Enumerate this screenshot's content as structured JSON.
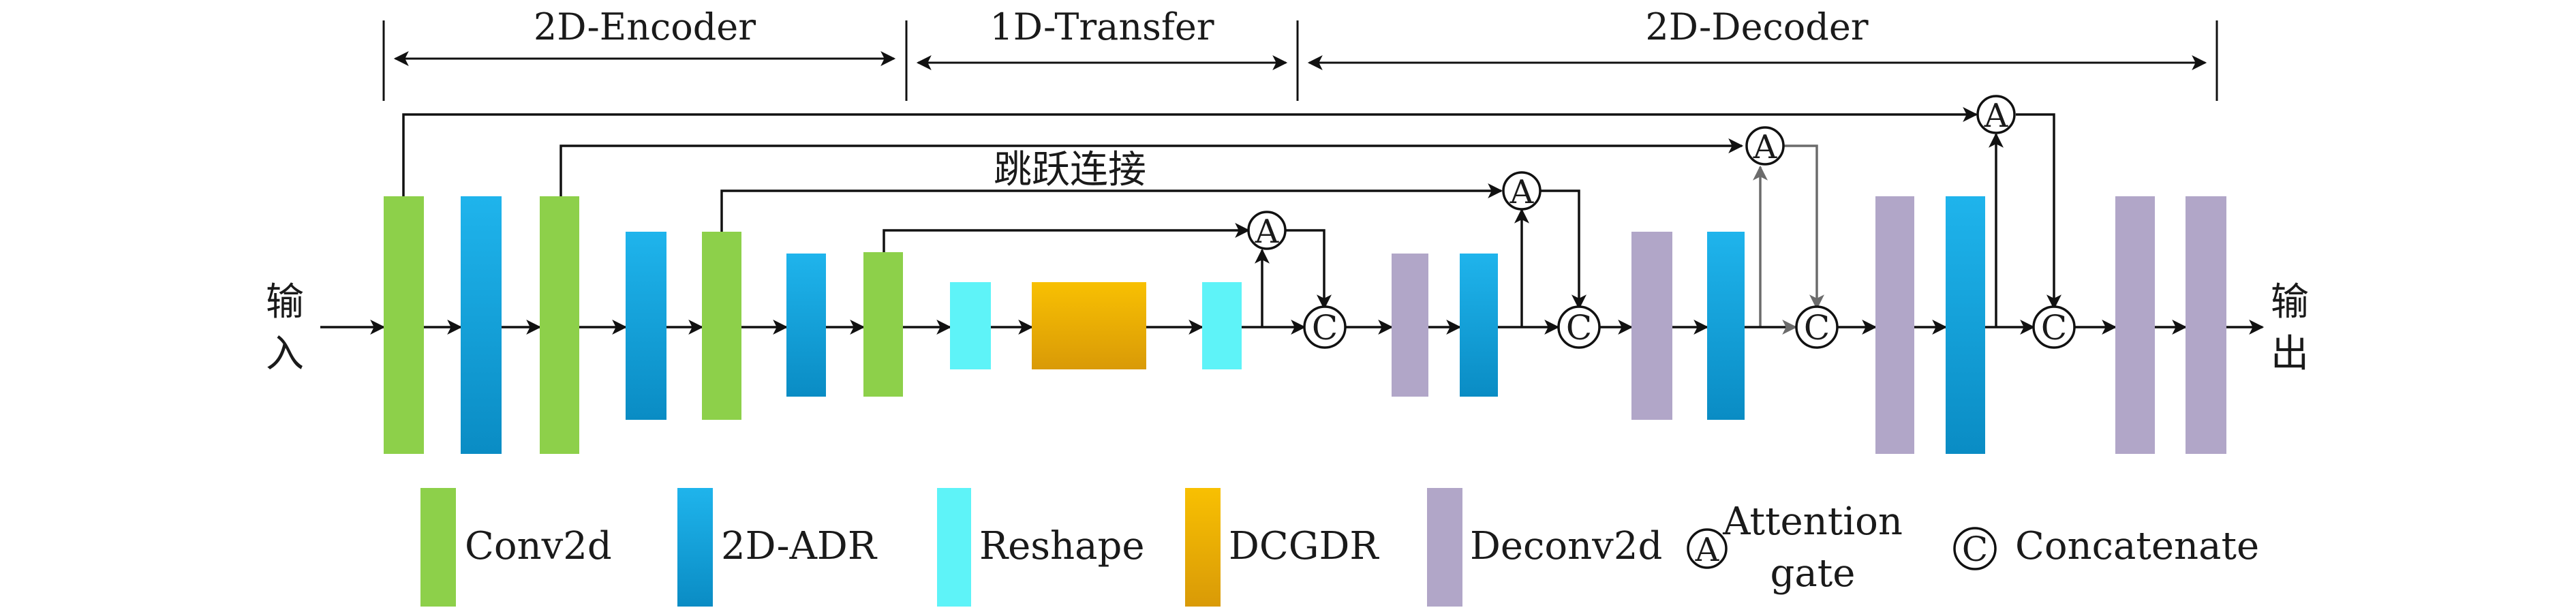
{
  "sections": {
    "encoder": "2D-Encoder",
    "transfer": "1D-Transfer",
    "decoder": "2D-Decoder"
  },
  "io": {
    "input_line1": "输",
    "input_line2": "入",
    "output_line1": "输",
    "output_line2": "出"
  },
  "skip_label": "跳跃连接",
  "gates": {
    "attention_symbol": "A",
    "concat_symbol": "C"
  },
  "legend": {
    "conv2d": "Conv2d",
    "adr": "2D-ADR",
    "reshape": "Reshape",
    "dcgdr": "DCGDR",
    "deconv2d": "Deconv2d",
    "attention_line1": "Attention",
    "attention_line2": "gate",
    "concatenate": "Concatenate"
  },
  "colors": {
    "conv2d": "#8dd04a",
    "adr_top": "#1fb4ec",
    "adr_bottom": "#0a8cc4",
    "reshape": "#5ef3f8",
    "dcgdr_top": "#f8c002",
    "dcgdr_bottom": "#d99a07",
    "deconv2d": "#b1a6c8"
  }
}
